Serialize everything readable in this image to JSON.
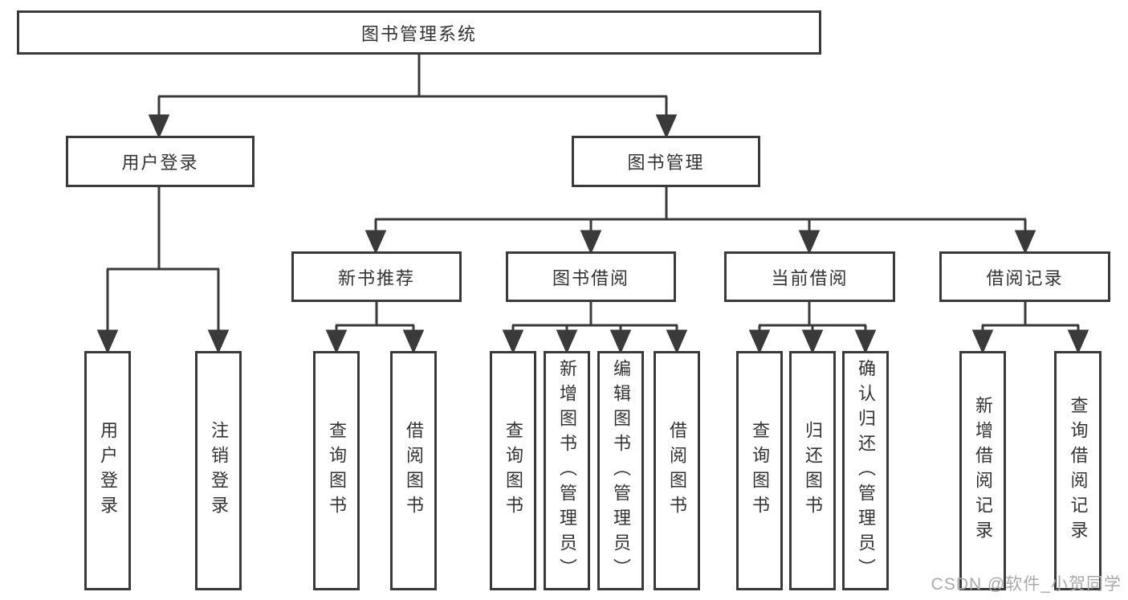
{
  "nodes": {
    "root": "图书管理系统",
    "userLogin": "用户登录",
    "bookManagement": "图书管理",
    "newBookRecommend": "新书推荐",
    "bookBorrow": "图书借阅",
    "currentBorrow": "当前借阅",
    "borrowRecords": "借阅记录",
    "leafUserLogin": "用户登录",
    "leafLogout": "注销登录",
    "leafNbQuery": "查询图书",
    "leafNbBorrow": "借阅图书",
    "leafBbQuery": "查询图书",
    "leafBbAdd": "新增图书（管理员）",
    "leafBbEdit": "编辑图书（管理员）",
    "leafBbBorrow": "借阅图书",
    "leafCbQuery": "查询图书",
    "leafCbReturn": "归还图书",
    "leafCbConfirm": "确认归还（管理员）",
    "leafBrAdd": "新增借阅记录",
    "leafBrQuery": "查询借阅记录"
  },
  "watermark": "CSDN @软件_小贺同学",
  "colors": {
    "line": "#3a3a3a",
    "border": "#3a3a3a",
    "text": "#333333",
    "watermark": "#a9a9a9",
    "background": "#ffffff"
  }
}
